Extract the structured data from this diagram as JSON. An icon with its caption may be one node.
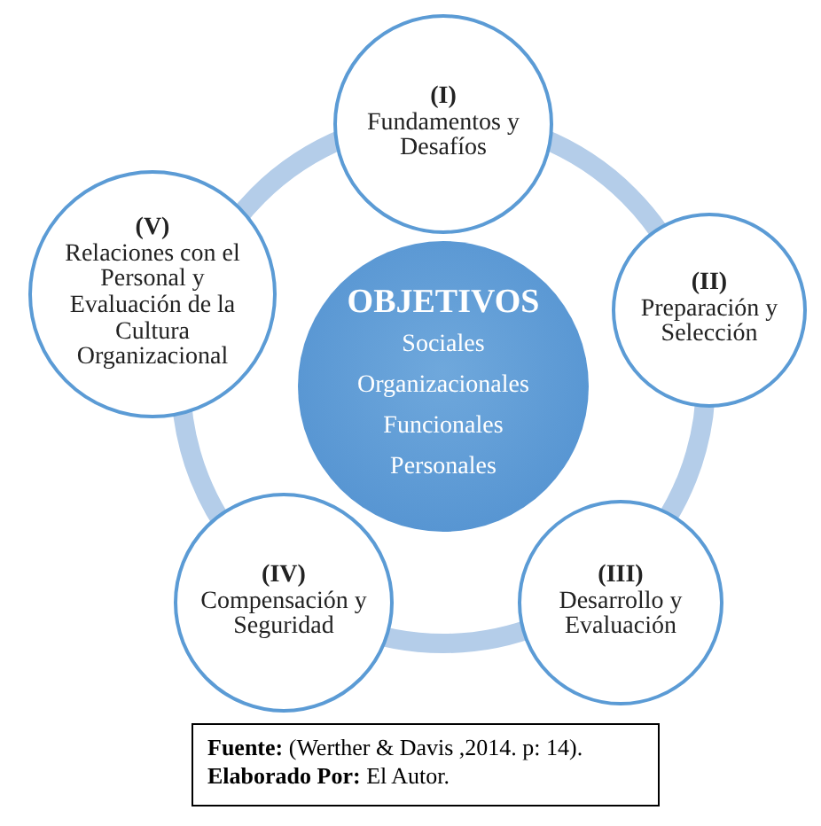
{
  "diagram": {
    "nodes": [
      {
        "text": [
          "(I)",
          "Fundamentos y Desafíos"
        ]
      },
      {
        "text": [
          "(II)",
          "Preparación y Selección"
        ]
      },
      {
        "text": [
          "(III)",
          "Desarrollo y Evaluación"
        ]
      },
      {
        "text": [
          "(IV)",
          "Compensación y Seguridad"
        ]
      },
      {
        "text": [
          "(V)",
          "Relaciones con el Personal y Evaluación de la Cultura Organizacional"
        ]
      },
      {
        "text": [
          "OBJETIVOS",
          "Sociales",
          "Organizacionales",
          "Funcionales",
          "Personales"
        ]
      }
    ],
    "labels": [
      "**Fuente:** (Werther & Davis ,2014. p: 14).",
      "**Elaborado Por:** El Autor."
    ]
  }
}
